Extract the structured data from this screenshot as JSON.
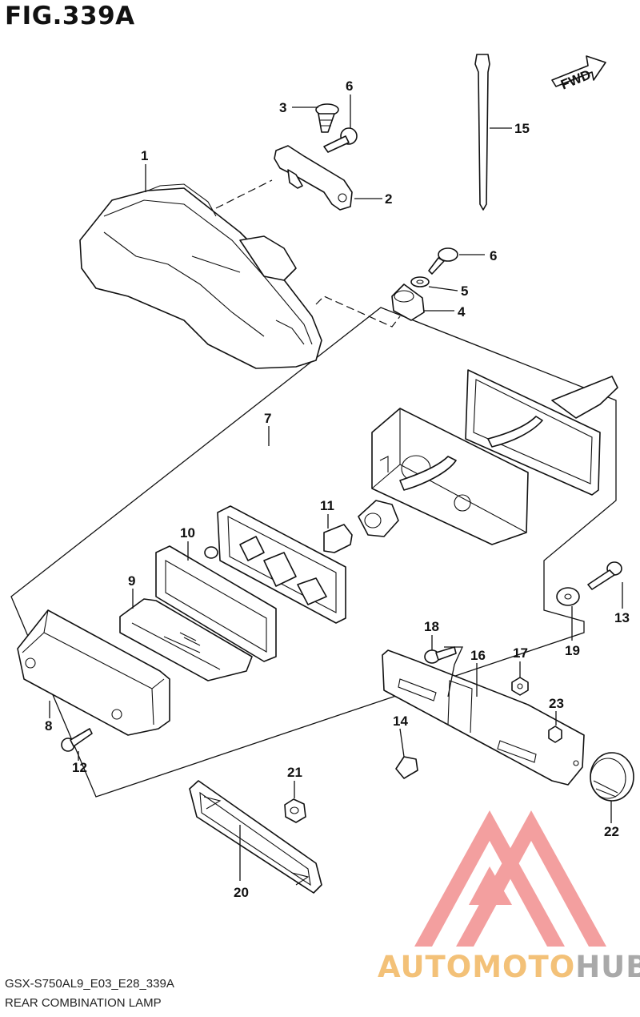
{
  "figure": {
    "title": "FIG.339A",
    "model_code": "GSX-S750AL9_E03_E28_339A",
    "caption": "REAR COMBINATION LAMP",
    "direction_label": "FWD"
  },
  "callouts": [
    {
      "id": "c1",
      "label": "1"
    },
    {
      "id": "c2",
      "label": "2"
    },
    {
      "id": "c3",
      "label": "3"
    },
    {
      "id": "c4",
      "label": "4"
    },
    {
      "id": "c5",
      "label": "5"
    },
    {
      "id": "c6a",
      "label": "6"
    },
    {
      "id": "c6b",
      "label": "6"
    },
    {
      "id": "c7",
      "label": "7"
    },
    {
      "id": "c8",
      "label": "8"
    },
    {
      "id": "c9",
      "label": "9"
    },
    {
      "id": "c10",
      "label": "10"
    },
    {
      "id": "c11",
      "label": "11"
    },
    {
      "id": "c12",
      "label": "12"
    },
    {
      "id": "c13",
      "label": "13"
    },
    {
      "id": "c14",
      "label": "14"
    },
    {
      "id": "c15",
      "label": "15"
    },
    {
      "id": "c16",
      "label": "16"
    },
    {
      "id": "c17",
      "label": "17"
    },
    {
      "id": "c18",
      "label": "18"
    },
    {
      "id": "c19",
      "label": "19"
    },
    {
      "id": "c20",
      "label": "20"
    },
    {
      "id": "c21",
      "label": "21"
    },
    {
      "id": "c22",
      "label": "22"
    },
    {
      "id": "c23",
      "label": "23"
    }
  ],
  "watermark": {
    "part1": "AUTOMOTO",
    "part2": "HUB",
    "colors": {
      "triangle": "#f08080",
      "text_primary": "#f3c178",
      "text_secondary": "#a9a9a9"
    }
  }
}
